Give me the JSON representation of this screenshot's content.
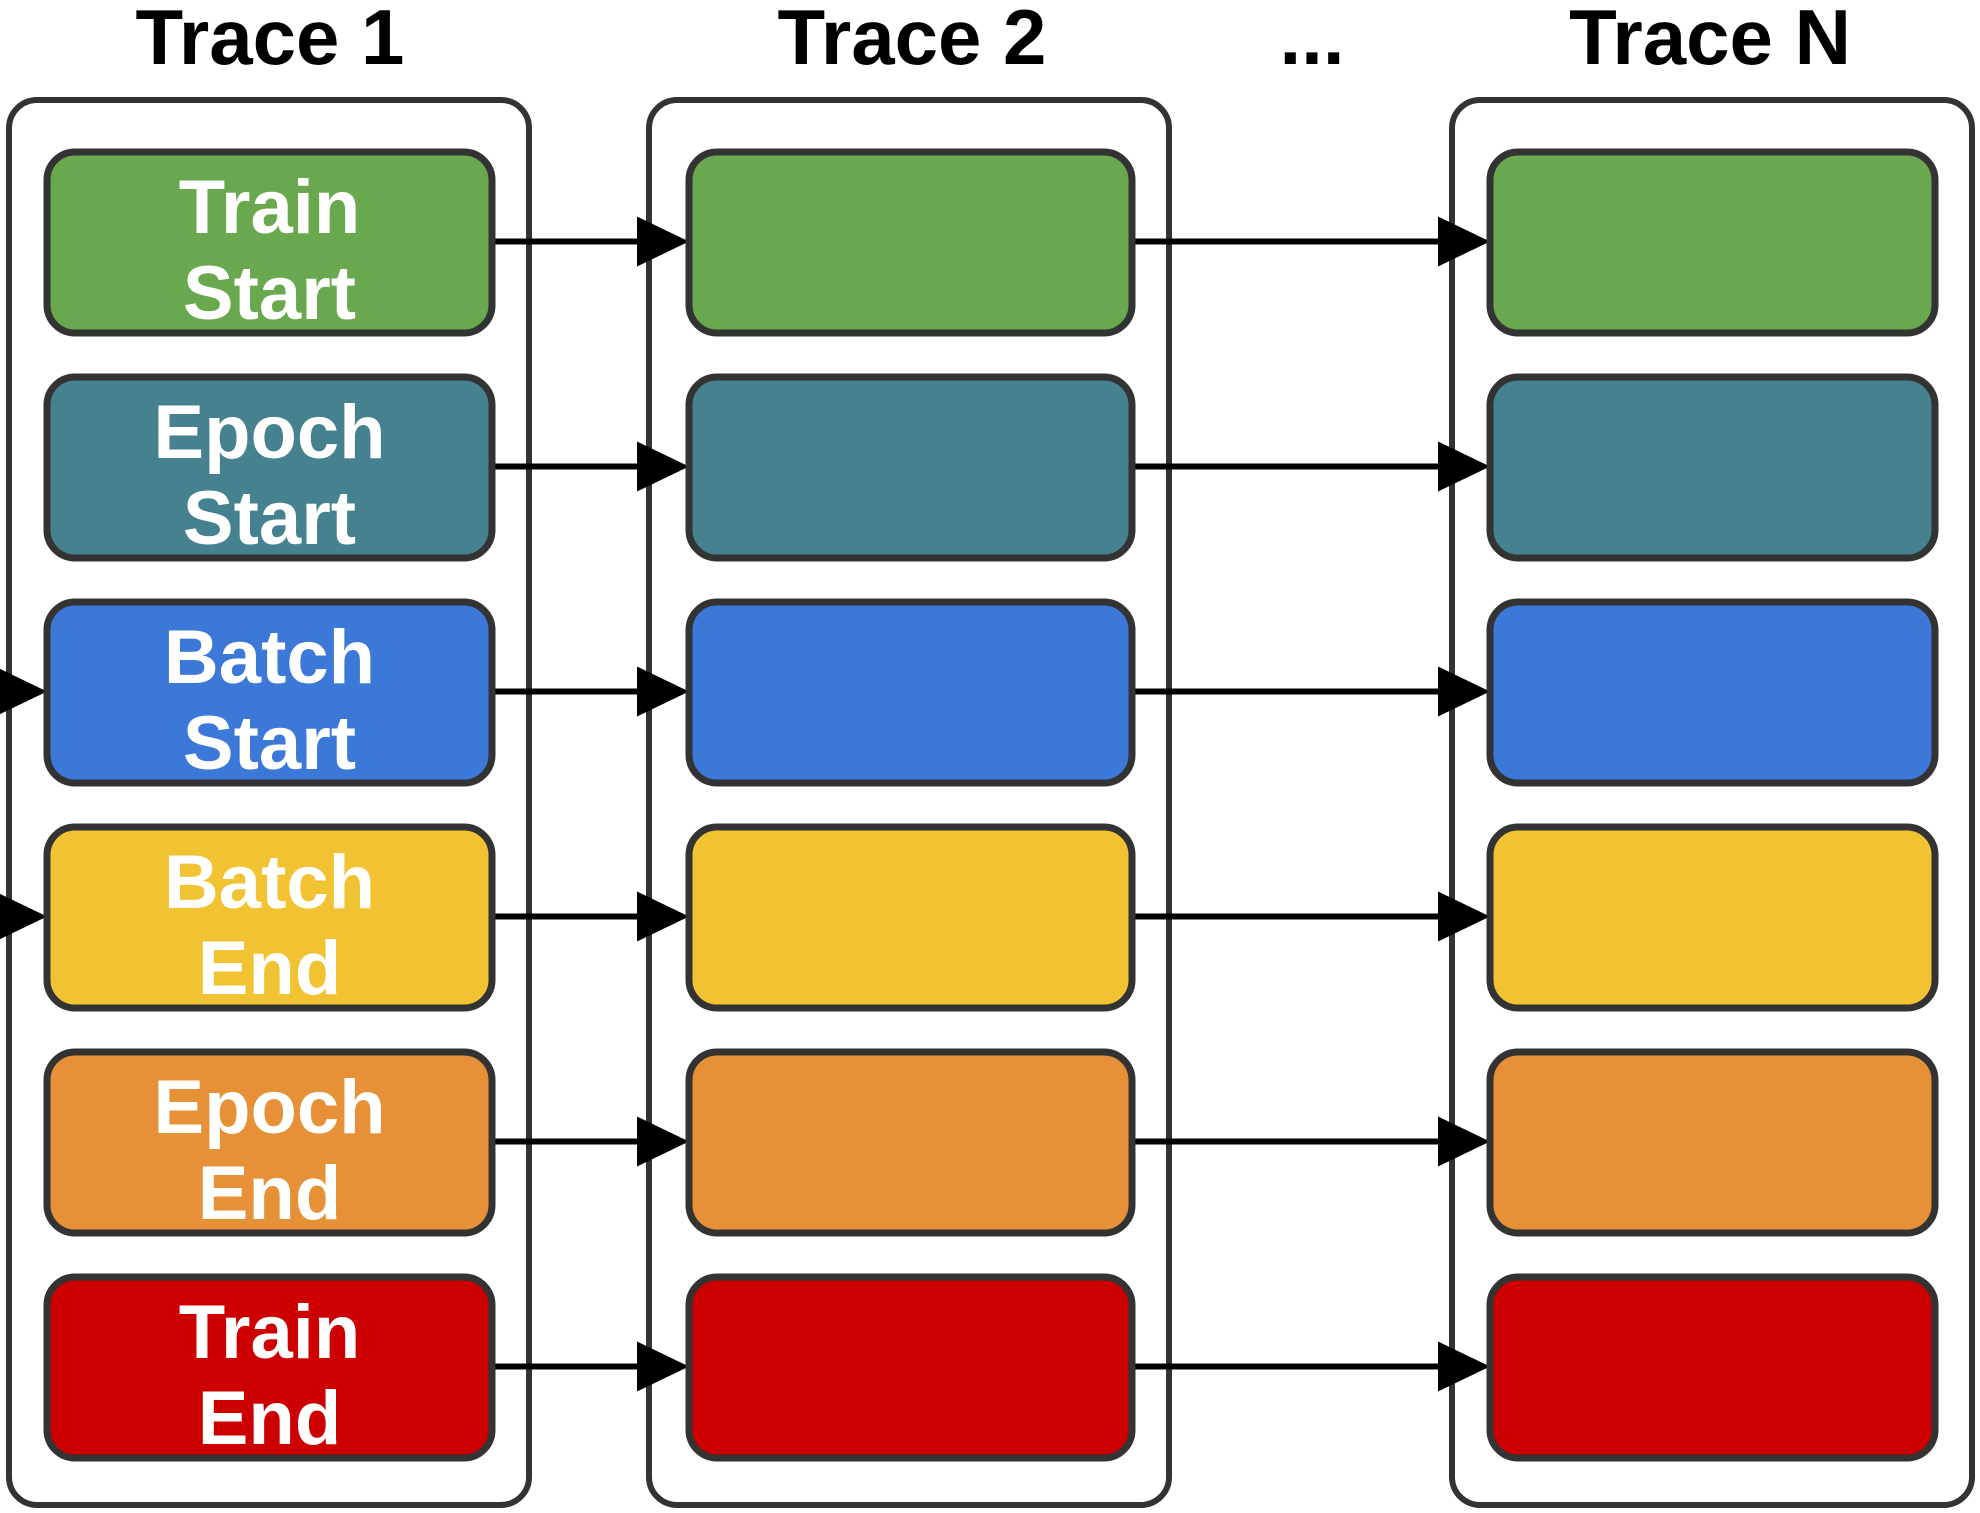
{
  "traces": [
    "Trace 1",
    "Trace 2",
    "Trace N"
  ],
  "ellipsis": "...",
  "stages": [
    {
      "lines": [
        "Train",
        "Start"
      ],
      "color": "#6aa84f"
    },
    {
      "lines": [
        "Epoch",
        "Start"
      ],
      "color": "#45818e"
    },
    {
      "lines": [
        "Batch",
        "Start"
      ],
      "color": "#3c78d8"
    },
    {
      "lines": [
        "Batch",
        "End"
      ],
      "color": "#f1c232"
    },
    {
      "lines": [
        "Epoch",
        "End"
      ],
      "color": "#e69138"
    },
    {
      "lines": [
        "Train",
        "End"
      ],
      "color": "#cc0000"
    }
  ],
  "border_color": "#333333"
}
